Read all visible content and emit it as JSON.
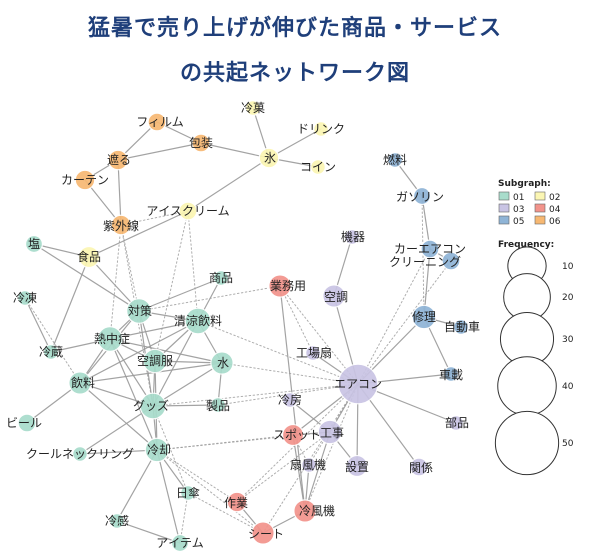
{
  "title": {
    "line1": "猛暑で売り上げが伸びた商品・サービス",
    "line2": "の共起ネットワーク図"
  },
  "legend": {
    "subgraph_title": "Subgraph:",
    "subgraph_items": [
      {
        "label": "01",
        "color": "#a8dccb"
      },
      {
        "label": "02",
        "color": "#fbf6b3"
      },
      {
        "label": "03",
        "color": "#c9c4e4"
      },
      {
        "label": "04",
        "color": "#f2938b"
      },
      {
        "label": "05",
        "color": "#8fb4d6"
      },
      {
        "label": "06",
        "color": "#f7b872"
      }
    ],
    "frequency_title": "Frequency:",
    "frequency_items": [
      "10",
      "20",
      "30",
      "40",
      "50"
    ]
  },
  "colors": {
    "01": "#a8dccb",
    "02": "#fbf6b3",
    "03": "#c9c4e4",
    "04": "#f2938b",
    "05": "#8fb4d6",
    "06": "#f7b872",
    "edge": "#9a9a9a",
    "title": "#1f3f7a"
  },
  "nodes": [
    {
      "id": "eakon",
      "label": "エアコン",
      "group": "03",
      "freq": 55
    },
    {
      "id": "kuchou",
      "label": "空調",
      "group": "03",
      "freq": 12
    },
    {
      "id": "kiki",
      "label": "機器",
      "group": "03",
      "freq": 3
    },
    {
      "id": "kouji",
      "label": "工事",
      "group": "03",
      "freq": 14
    },
    {
      "id": "setchi",
      "label": "設置",
      "group": "03",
      "freq": 10
    },
    {
      "id": "kankei",
      "label": "関係",
      "group": "03",
      "freq": 6
    },
    {
      "id": "buhin",
      "label": "部品",
      "group": "03",
      "freq": 3
    },
    {
      "id": "koujousen",
      "label": "工場扇",
      "group": "03",
      "freq": 3
    },
    {
      "id": "senpuki",
      "label": "扇風機",
      "group": "03",
      "freq": 3
    },
    {
      "id": "reibou",
      "label": "冷房",
      "group": "03",
      "freq": 3
    },
    {
      "id": "gyomuyou",
      "label": "業務用",
      "group": "04",
      "freq": 12
    },
    {
      "id": "spot",
      "label": "スポット",
      "group": "04",
      "freq": 10
    },
    {
      "id": "reifuki",
      "label": "冷風機",
      "group": "04",
      "freq": 12
    },
    {
      "id": "sakugyou",
      "label": "作業",
      "group": "04",
      "freq": 8
    },
    {
      "id": "sheet",
      "label": "シート",
      "group": "04",
      "freq": 12
    },
    {
      "id": "shuri",
      "label": "修理",
      "group": "05",
      "freq": 14
    },
    {
      "id": "jidousha",
      "label": "自動車",
      "group": "05",
      "freq": 3
    },
    {
      "id": "shasai",
      "label": "車載",
      "group": "05",
      "freq": 3
    },
    {
      "id": "carakon",
      "label": "カーエアコン",
      "group": "05",
      "freq": 6
    },
    {
      "id": "cleaning",
      "label": "クリーニング",
      "group": "05",
      "freq": 6
    },
    {
      "id": "gasoline",
      "label": "ガソリン",
      "group": "05",
      "freq": 5
    },
    {
      "id": "nenryou",
      "label": "燃料",
      "group": "05",
      "freq": 3
    },
    {
      "id": "goods",
      "label": "グッズ",
      "group": "01",
      "freq": 18
    },
    {
      "id": "seiryou",
      "label": "清涼飲料",
      "group": "01",
      "freq": 18
    },
    {
      "id": "taisaku",
      "label": "対策",
      "group": "01",
      "freq": 16
    },
    {
      "id": "necchuu",
      "label": "熱中症",
      "group": "01",
      "freq": 16
    },
    {
      "id": "kuuchoufuku",
      "label": "空調服",
      "group": "01",
      "freq": 14
    },
    {
      "id": "mizu",
      "label": "水",
      "group": "01",
      "freq": 12
    },
    {
      "id": "inryou",
      "label": "飲料",
      "group": "01",
      "freq": 12
    },
    {
      "id": "reikyaku",
      "label": "冷却",
      "group": "01",
      "freq": 14
    },
    {
      "id": "seihin",
      "label": "製品",
      "group": "01",
      "freq": 3
    },
    {
      "id": "shouhin",
      "label": "商品",
      "group": "01",
      "freq": 3
    },
    {
      "id": "reitou",
      "label": "冷凍",
      "group": "01",
      "freq": 3
    },
    {
      "id": "reizou",
      "label": "冷蔵",
      "group": "01",
      "freq": 3
    },
    {
      "id": "beer",
      "label": "ビール",
      "group": "01",
      "freq": 6
    },
    {
      "id": "shio",
      "label": "塩",
      "group": "01",
      "freq": 5
    },
    {
      "id": "coolneck",
      "label": "クールネックリング",
      "group": "01",
      "freq": 3
    },
    {
      "id": "higasa",
      "label": "日傘",
      "group": "01",
      "freq": 3
    },
    {
      "id": "reikan",
      "label": "冷感",
      "group": "01",
      "freq": 3
    },
    {
      "id": "item",
      "label": "アイテム",
      "group": "01",
      "freq": 5
    },
    {
      "id": "shokuhin",
      "label": "食品",
      "group": "02",
      "freq": 10
    },
    {
      "id": "icecream",
      "label": "アイスクリーム",
      "group": "02",
      "freq": 6
    },
    {
      "id": "koori",
      "label": "氷",
      "group": "02",
      "freq": 8
    },
    {
      "id": "coin",
      "label": "コイン",
      "group": "02",
      "freq": 3
    },
    {
      "id": "drink",
      "label": "ドリンク",
      "group": "02",
      "freq": 3
    },
    {
      "id": "reika",
      "label": "冷菓",
      "group": "02",
      "freq": 3
    },
    {
      "id": "housou",
      "label": "包装",
      "group": "06",
      "freq": 6
    },
    {
      "id": "film",
      "label": "フィルム",
      "group": "06",
      "freq": 6
    },
    {
      "id": "saegiru",
      "label": "遮る",
      "group": "06",
      "freq": 8
    },
    {
      "id": "curtain",
      "label": "カーテン",
      "group": "06",
      "freq": 8
    },
    {
      "id": "shigaisen",
      "label": "紫外線",
      "group": "06",
      "freq": 8
    }
  ],
  "edges": [
    [
      "eakon",
      "kuchou",
      "s"
    ],
    [
      "eakon",
      "kouji",
      "s"
    ],
    [
      "eakon",
      "setchi",
      "s"
    ],
    [
      "eakon",
      "kankei",
      "s"
    ],
    [
      "eakon",
      "buhin",
      "s"
    ],
    [
      "eakon",
      "shuri",
      "s"
    ],
    [
      "eakon",
      "shasai",
      "s"
    ],
    [
      "eakon",
      "koujousen",
      "s"
    ],
    [
      "eakon",
      "spot",
      "s"
    ],
    [
      "eakon",
      "gyomuyou",
      "d"
    ],
    [
      "eakon",
      "reifuki",
      "d"
    ],
    [
      "eakon",
      "sheet",
      "d"
    ],
    [
      "eakon",
      "sakugyou",
      "d"
    ],
    [
      "eakon",
      "senpuki",
      "d"
    ],
    [
      "eakon",
      "cleaning",
      "d"
    ],
    [
      "eakon",
      "carakon",
      "d"
    ],
    [
      "eakon",
      "seiryou",
      "d"
    ],
    [
      "eakon",
      "goods",
      "d"
    ],
    [
      "eakon",
      "seihin",
      "d"
    ],
    [
      "eakon",
      "mizu",
      "d"
    ],
    [
      "kuchou",
      "kiki",
      "s"
    ],
    [
      "kouji",
      "setchi",
      "s"
    ],
    [
      "kouji",
      "spot",
      "s"
    ],
    [
      "kouji",
      "reibou",
      "s"
    ],
    [
      "kouji",
      "reifuki",
      "s"
    ],
    [
      "kouji",
      "sakugyou",
      "d"
    ],
    [
      "gyomuyou",
      "reifuki",
      "s"
    ],
    [
      "gyomuyou",
      "koujousen",
      "d"
    ],
    [
      "spot",
      "reifuki",
      "s"
    ],
    [
      "spot",
      "senpuki",
      "d"
    ],
    [
      "reifuki",
      "sheet",
      "s"
    ],
    [
      "sakugyou",
      "sheet",
      "s"
    ],
    [
      "senpuki",
      "reifuki",
      "s"
    ],
    [
      "shuri",
      "jidousha",
      "s"
    ],
    [
      "shuri",
      "shasai",
      "s"
    ],
    [
      "shuri",
      "carakon",
      "s"
    ],
    [
      "carakon",
      "cleaning",
      "s"
    ],
    [
      "gasoline",
      "nenryou",
      "s"
    ],
    [
      "gasoline",
      "carakon",
      "s"
    ],
    [
      "gasoline",
      "shuri",
      "d"
    ],
    [
      "goods",
      "taisaku",
      "s"
    ],
    [
      "goods",
      "necchuu",
      "s"
    ],
    [
      "goods",
      "kuuchoufuku",
      "s"
    ],
    [
      "goods",
      "reikyaku",
      "s"
    ],
    [
      "goods",
      "inryou",
      "s"
    ],
    [
      "goods",
      "mizu",
      "s"
    ],
    [
      "goods",
      "seiryou",
      "s"
    ],
    [
      "goods",
      "coolneck",
      "s"
    ],
    [
      "goods",
      "seihin",
      "s"
    ],
    [
      "goods",
      "higasa",
      "d"
    ],
    [
      "seiryou",
      "taisaku",
      "s"
    ],
    [
      "seiryou",
      "necchuu",
      "s"
    ],
    [
      "seiryou",
      "kuuchoufuku",
      "s"
    ],
    [
      "seiryou",
      "mizu",
      "s"
    ],
    [
      "seiryou",
      "inryou",
      "s"
    ],
    [
      "seiryou",
      "shouhin",
      "s"
    ],
    [
      "seiryou",
      "icecream",
      "d"
    ],
    [
      "taisaku",
      "necchuu",
      "s"
    ],
    [
      "taisaku",
      "kuuchoufuku",
      "s"
    ],
    [
      "taisaku",
      "shokuhin",
      "s"
    ],
    [
      "taisaku",
      "shigaisen",
      "d"
    ],
    [
      "taisaku",
      "shouhin",
      "s"
    ],
    [
      "taisaku",
      "gyomuyou",
      "d"
    ],
    [
      "taisaku",
      "inryou",
      "s"
    ],
    [
      "necchuu",
      "kuuchoufuku",
      "s"
    ],
    [
      "necchuu",
      "inryou",
      "s"
    ],
    [
      "necchuu",
      "reikyaku",
      "s"
    ],
    [
      "necchuu",
      "mizu",
      "s"
    ],
    [
      "kuuchoufuku",
      "mizu",
      "s"
    ],
    [
      "kuuchoufuku",
      "reikyaku",
      "s"
    ],
    [
      "mizu",
      "seihin",
      "s"
    ],
    [
      "mizu",
      "inryou",
      "s"
    ],
    [
      "inryou",
      "beer",
      "s"
    ],
    [
      "inryou",
      "reikyaku",
      "s"
    ],
    [
      "inryou",
      "reitou",
      "d"
    ],
    [
      "reikyaku",
      "coolneck",
      "s"
    ],
    [
      "reikyaku",
      "higasa",
      "s"
    ],
    [
      "reikyaku",
      "reikan",
      "s"
    ],
    [
      "reikyaku",
      "item",
      "s"
    ],
    [
      "reikyaku",
      "sakugyou",
      "d"
    ],
    [
      "reikyaku",
      "sheet",
      "d"
    ],
    [
      "reikyaku",
      "spot",
      "d"
    ],
    [
      "reikyaku",
      "kouji",
      "d"
    ],
    [
      "reizou",
      "necchuu",
      "s"
    ],
    [
      "reitou",
      "reizou",
      "s"
    ],
    [
      "shio",
      "shokuhin",
      "s"
    ],
    [
      "shio",
      "taisaku",
      "s"
    ],
    [
      "shokuhin",
      "reizou",
      "s"
    ],
    [
      "shokuhin",
      "icecream",
      "s"
    ],
    [
      "reikan",
      "item",
      "s"
    ],
    [
      "higasa",
      "item",
      "d"
    ],
    [
      "higasa",
      "sheet",
      "d"
    ],
    [
      "icecream",
      "koori",
      "s"
    ],
    [
      "icecream",
      "shigaisen",
      "d"
    ],
    [
      "icecream",
      "kuuchoufuku",
      "d"
    ],
    [
      "koori",
      "coin",
      "s"
    ],
    [
      "koori",
      "drink",
      "s"
    ],
    [
      "koori",
      "reika",
      "s"
    ],
    [
      "koori",
      "housou",
      "s"
    ],
    [
      "housou",
      "film",
      "s"
    ],
    [
      "housou",
      "saegiru",
      "s"
    ],
    [
      "film",
      "saegiru",
      "s"
    ],
    [
      "saegiru",
      "curtain",
      "s"
    ],
    [
      "saegiru",
      "shigaisen",
      "s"
    ],
    [
      "curtain",
      "shigaisen",
      "s"
    ],
    [
      "shigaisen",
      "goods",
      "d"
    ],
    [
      "shigaisen",
      "necchuu",
      "d"
    ]
  ]
}
